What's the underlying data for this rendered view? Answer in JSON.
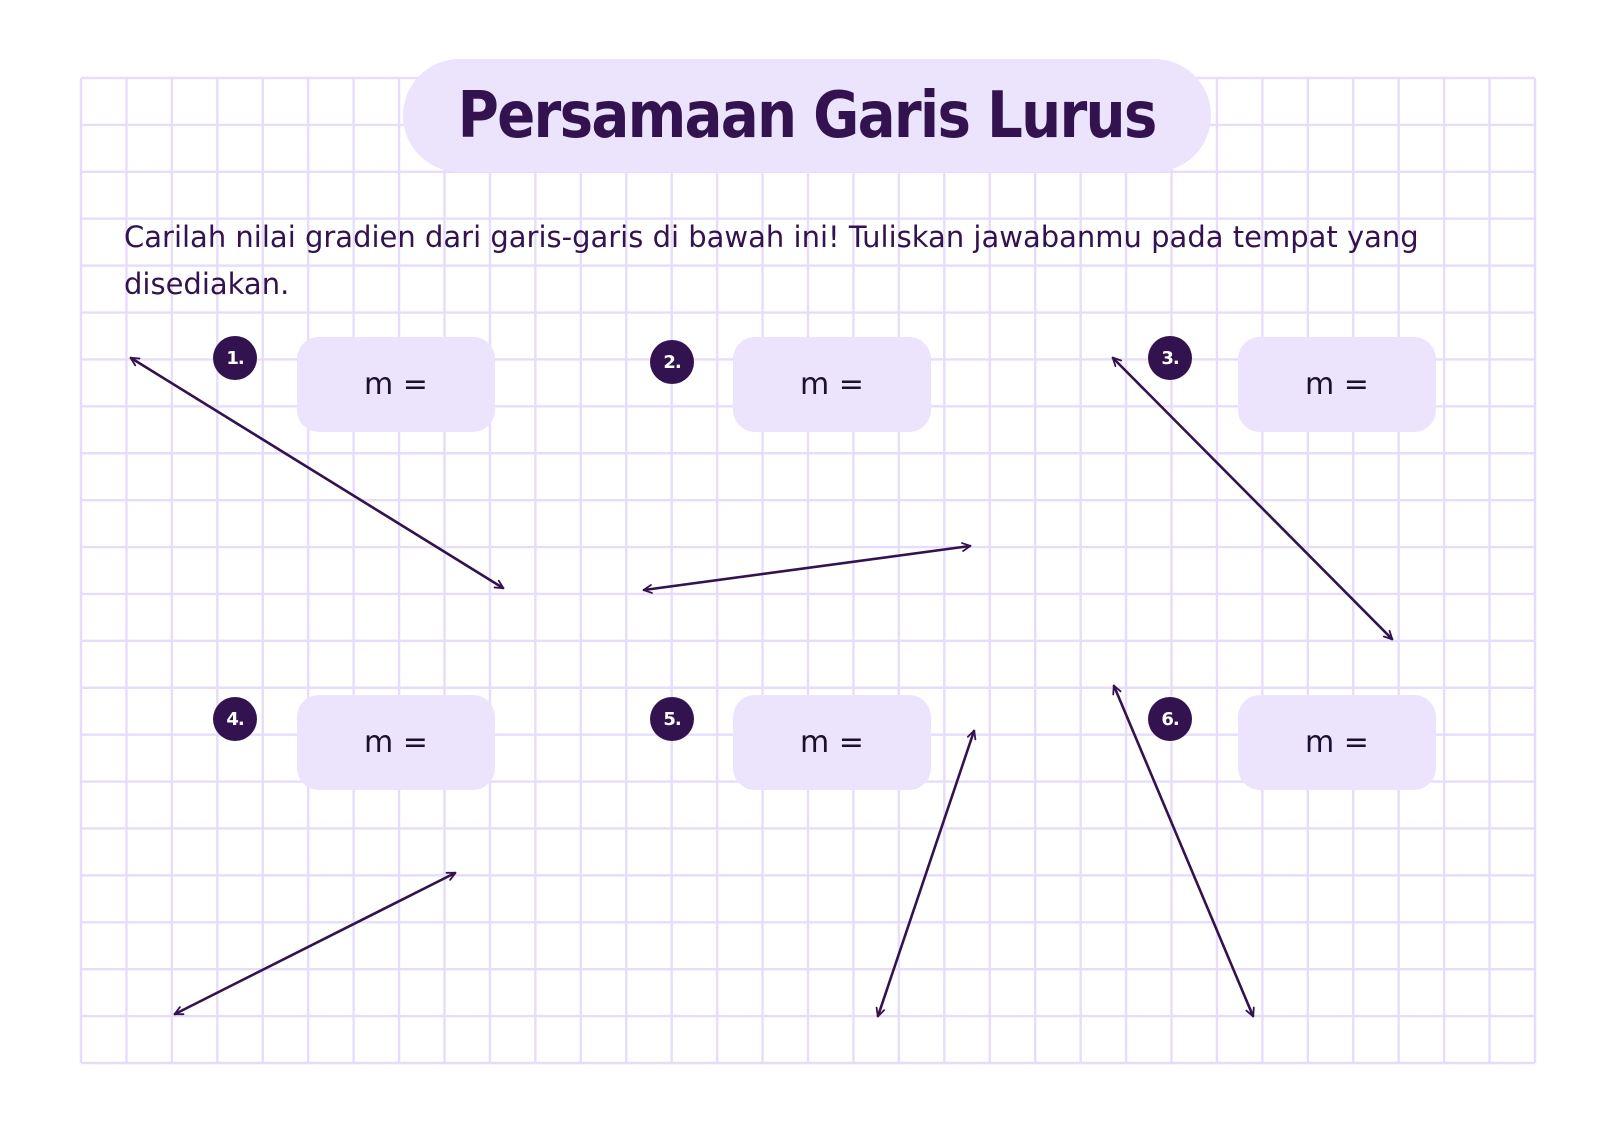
{
  "title": "Persamaan Garis Lurus",
  "instruction": "Carilah nilai gradien dari garis-garis di bawah ini! Tuliskan jawabanmu pada tempat yang disediakan.",
  "colors": {
    "grid": "#e7ddfa",
    "accent": "#33134f",
    "box": "#ece3fc"
  },
  "problems": [
    {
      "number": "1.",
      "answer_label": "m ="
    },
    {
      "number": "2.",
      "answer_label": "m ="
    },
    {
      "number": "3.",
      "answer_label": "m ="
    },
    {
      "number": "4.",
      "answer_label": "m ="
    },
    {
      "number": "5.",
      "answer_label": "m ="
    },
    {
      "number": "6.",
      "answer_label": "m ="
    }
  ]
}
